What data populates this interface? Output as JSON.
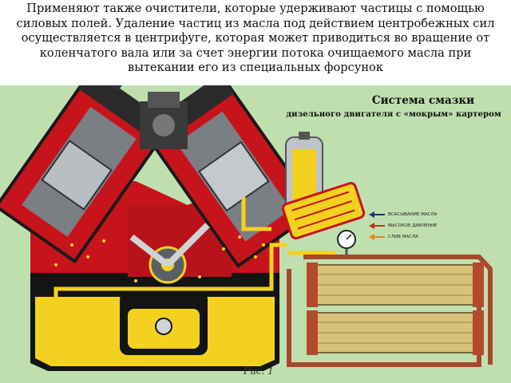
{
  "slide": {
    "text": "Применяют также очистители, которые удерживают частицы с помощью силовых полей. Удаление частиц из масла под действием центробежных сил осуществляется в центрифуге, которая может приводиться во вращение от коленчатого вала или за счет энергии потока очищаемого масла при вытекании его из специальных форсунок"
  },
  "figure": {
    "title": "Система смазки",
    "subtitle": "дизельного двигателя с «мокрым» картером",
    "caption": "Рис. 1",
    "legend": [
      {
        "label": "всасывание масла",
        "color": "#1c2f8a",
        "icon": "arrow-left-icon"
      },
      {
        "label": "высокое давление",
        "color": "#c0301e",
        "icon": "arrow-left-icon"
      },
      {
        "label": "слив масла",
        "color": "#e08a1a",
        "icon": "arrow-left-icon"
      }
    ],
    "colors": {
      "background": "#bfe0ae",
      "engine_red": "#c7141c",
      "oil_yellow": "#f2d21e",
      "cooler_copper": "#a8482c",
      "metal_gray": "#8f959a"
    }
  }
}
